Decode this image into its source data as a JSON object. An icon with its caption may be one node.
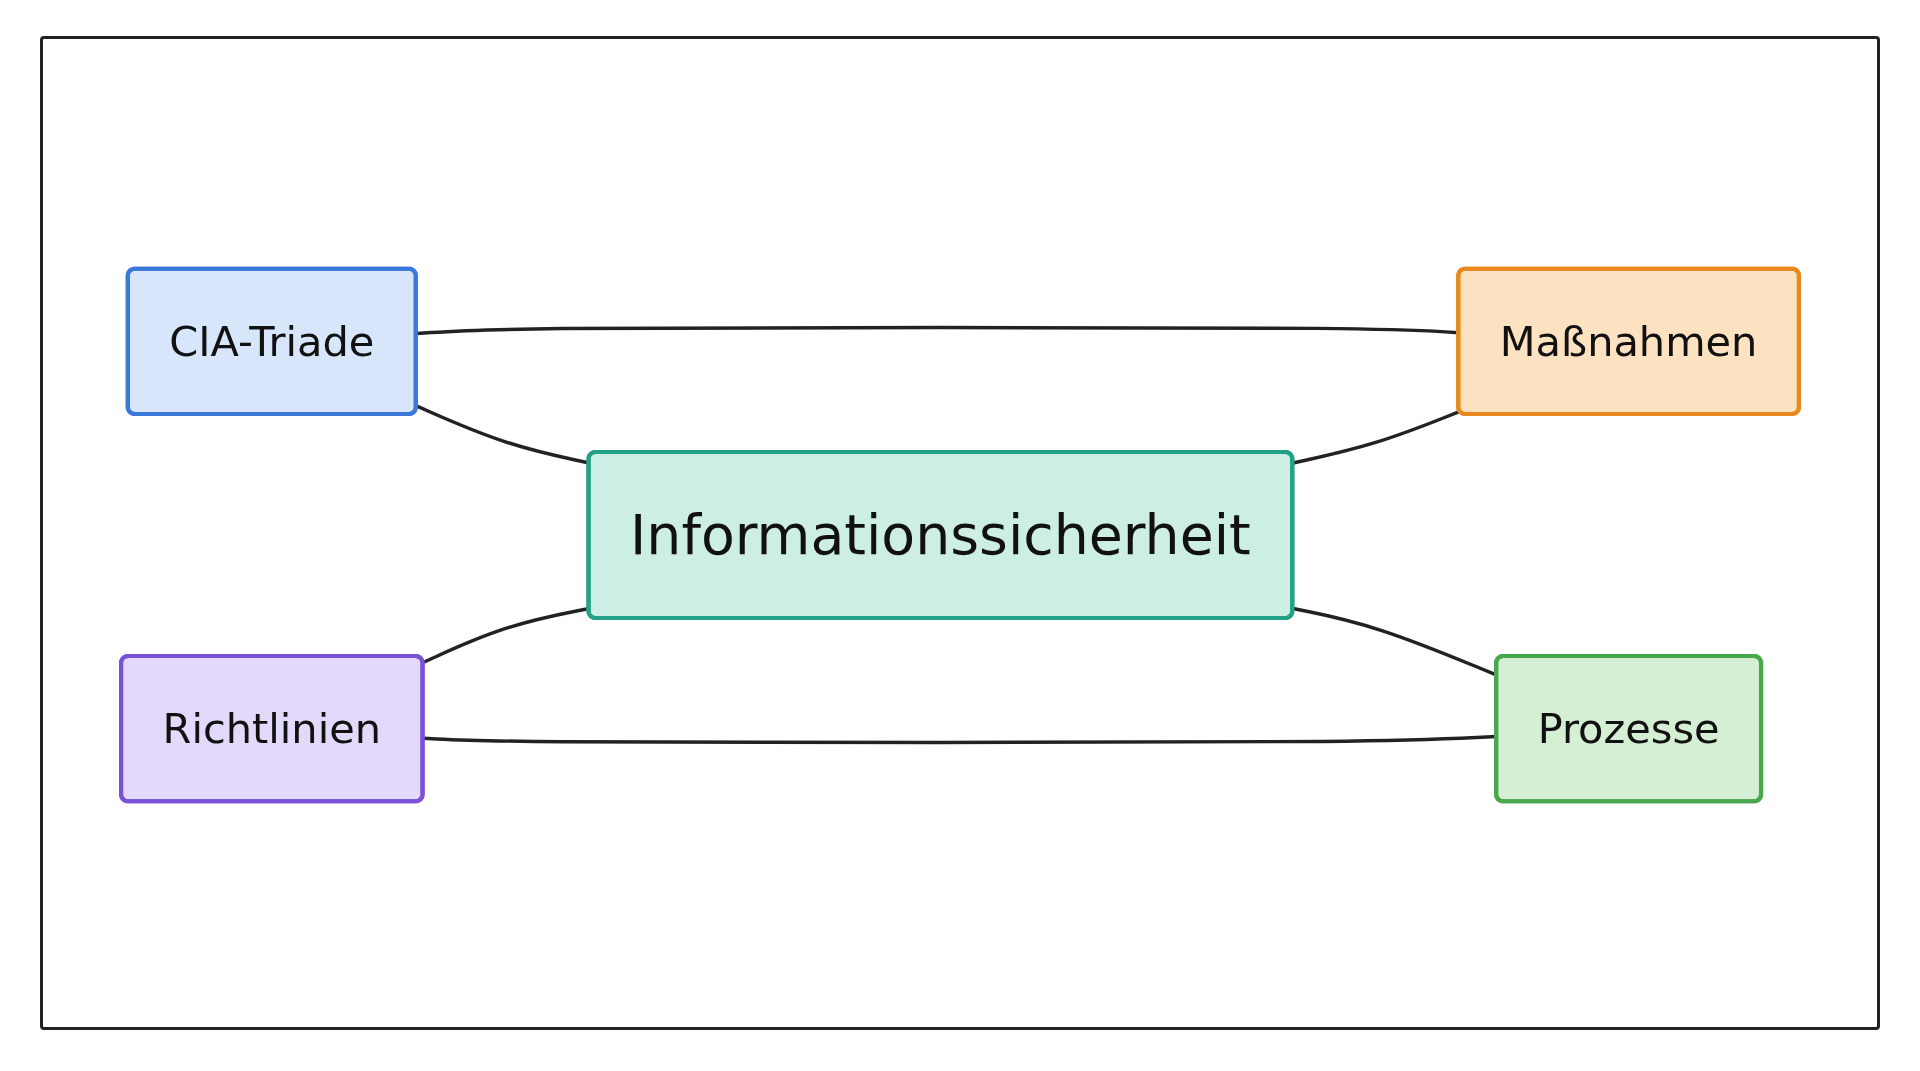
{
  "diagram": {
    "nodes": [
      {
        "text": [
          "CIA-Triade"
        ]
      },
      {
        "text": [
          "Maßnahmen"
        ]
      },
      {
        "text": [
          "Informationssicherheit"
        ]
      },
      {
        "text": [
          "Richtlinien"
        ]
      },
      {
        "text": [
          "Prozesse"
        ]
      }
    ],
    "edges": [
      {
        "from": 0,
        "to": 1,
        "arrow": "none"
      },
      {
        "from": 0,
        "to": 2,
        "arrow": "none"
      },
      {
        "from": 1,
        "to": 2,
        "arrow": "none"
      },
      {
        "from": 2,
        "to": 3,
        "arrow": "none"
      },
      {
        "from": 2,
        "to": 4,
        "arrow": "none"
      },
      {
        "from": 3,
        "to": 4,
        "arrow": "none"
      }
    ]
  }
}
